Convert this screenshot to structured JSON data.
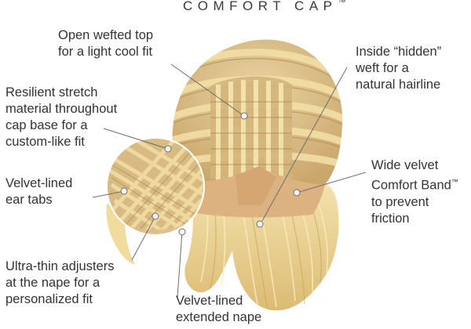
{
  "title": {
    "text": "COMFORT CAP",
    "mark": "™"
  },
  "callouts": {
    "open_wefted": "Open wefted top\nfor a light cool fit",
    "hidden_weft": "Inside “hidden”\nweft for a\nnatural hairline",
    "stretch": "Resilient stretch\nmaterial throughout\ncap base for a\ncustom-like fit",
    "ear_tabs": "Velvet-lined\near tabs",
    "comfort_band_pre": "Wide velvet\nComfort Band",
    "comfort_band_mark": "™",
    "comfort_band_post": "\nto prevent\nfriction",
    "adjusters": "Ultra-thin adjusters\nat the nape for a\npersonalized fit",
    "nape": "Velvet-lined\nextended nape"
  },
  "colors": {
    "hair_light": "#f1dc9c",
    "hair_mid": "#e2c27c",
    "hair_dark": "#c29a55",
    "lace": "#d8be86",
    "velvet": "#e3b88a",
    "leader": "#6e6e6e",
    "dot": "#f4f4f4"
  }
}
